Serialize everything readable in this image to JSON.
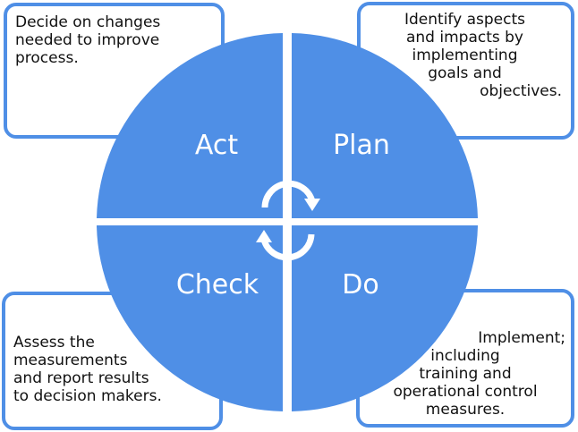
{
  "colors": {
    "accent": "#4f8fe6",
    "text": "#111111",
    "label_text": "#ffffff"
  },
  "quadrants": {
    "act": "Act",
    "plan": "Plan",
    "check": "Check",
    "do": "Do"
  },
  "boxes": {
    "act": [
      "Decide on changes",
      "needed to improve",
      "process."
    ],
    "plan": [
      "Identify aspects",
      "and impacts by",
      "implementing",
      "goals and",
      "objectives."
    ],
    "check": [
      "Assess the",
      "measurements",
      "and report results",
      "to decision makers."
    ],
    "do": [
      "Implement;",
      "including",
      "training and",
      "operational control",
      "measures."
    ]
  },
  "center_icon": "cycle-arrows-icon"
}
